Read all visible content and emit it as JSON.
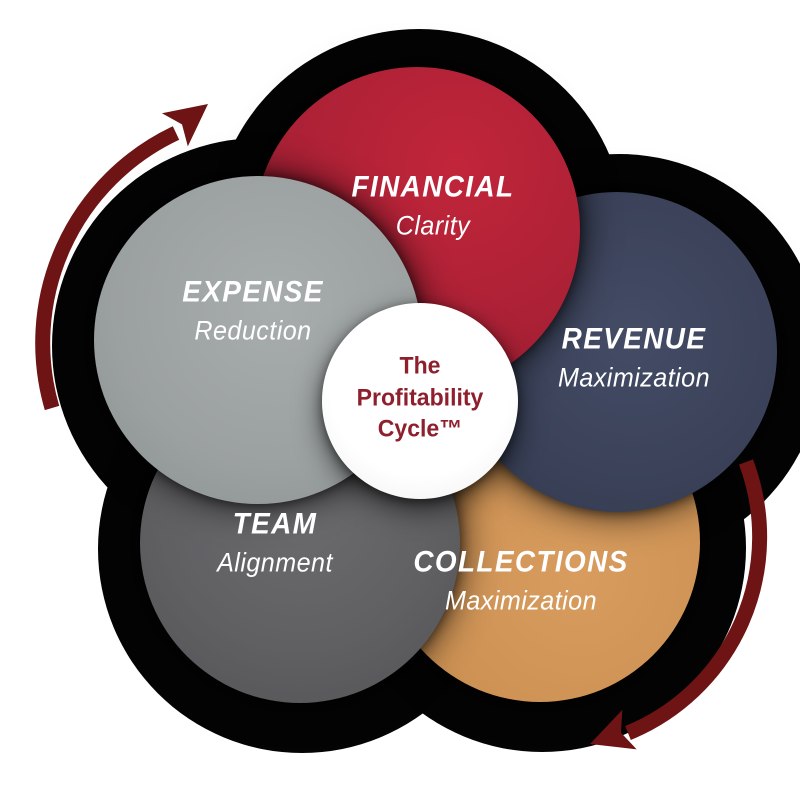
{
  "diagram": {
    "center_badge": {
      "line1": "The",
      "line2": "Profitability",
      "line3": "Cycle™",
      "text_color": "#8E1F2C"
    },
    "segments": [
      {
        "name": "financial",
        "title": "FINANCIAL",
        "subtitle": "Clarity",
        "color": "#AC2136"
      },
      {
        "name": "revenue",
        "title": "REVENUE",
        "subtitle": "Maximization",
        "color": "#3A4158"
      },
      {
        "name": "collections",
        "title": "COLLECTIONS",
        "subtitle": "Maximization",
        "color": "#CD9254"
      },
      {
        "name": "team",
        "title": "TEAM",
        "subtitle": "Alignment",
        "color": "#606063"
      },
      {
        "name": "expense",
        "title": "EXPENSE",
        "subtitle": "Reduction",
        "color": "#9BA0A0"
      }
    ],
    "colors": {
      "arrow": "#6E1414",
      "silhouette": "#040404",
      "background": "#FFFFFF",
      "label_text": "#FFFFFF"
    },
    "cycle_direction": "clockwise"
  }
}
